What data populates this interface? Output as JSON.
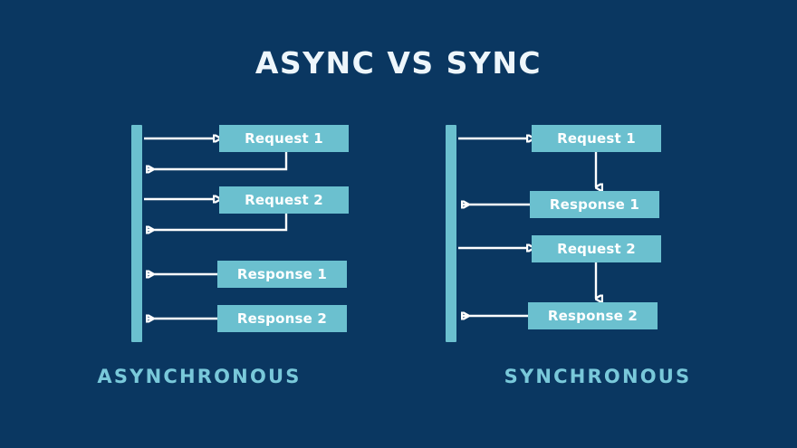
{
  "page": {
    "title": "ASYNC VS SYNC",
    "background_color": "#0a3761",
    "accent_color": "#6bc0cf",
    "caption_color": "#79c9da",
    "title_color": "#eef6fb",
    "line_color": "#ffffff"
  },
  "diagrams": [
    {
      "id": "asynchronous",
      "caption": "ASYNCHRONOUS",
      "lifeline_label": "client-lifeline",
      "messages": [
        {
          "label": "Request 1",
          "direction": "to-server",
          "kind": "request"
        },
        {
          "label": "Request 2",
          "direction": "to-server",
          "kind": "request"
        },
        {
          "label": "Response 1",
          "direction": "to-client",
          "kind": "response"
        },
        {
          "label": "Response 2",
          "direction": "to-client",
          "kind": "response"
        }
      ],
      "ack_returns": 2
    },
    {
      "id": "synchronous",
      "caption": "SYNCHRONOUS",
      "lifeline_label": "client-lifeline",
      "messages": [
        {
          "label": "Request 1",
          "direction": "to-server",
          "kind": "request"
        },
        {
          "label": "Response 1",
          "direction": "to-client",
          "kind": "response"
        },
        {
          "label": "Request 2",
          "direction": "to-server",
          "kind": "request"
        },
        {
          "label": "Response 2",
          "direction": "to-client",
          "kind": "response"
        }
      ],
      "ack_returns": 0
    }
  ]
}
